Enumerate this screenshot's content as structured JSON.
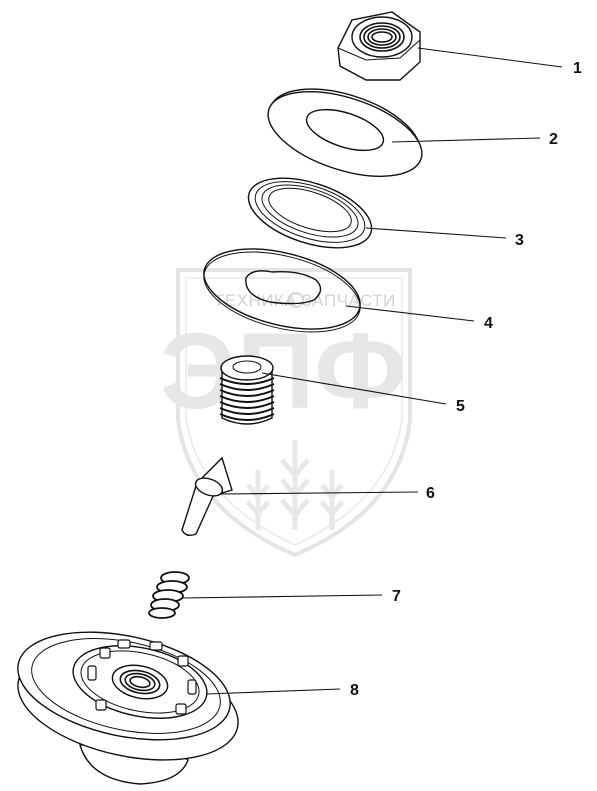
{
  "watermark": {
    "brand_line": "ТЕХНИКА ЗАПЧАСТИ",
    "logo_letters": "ЭПФ"
  },
  "callouts": [
    {
      "id": "1",
      "label": "1"
    },
    {
      "id": "2",
      "label": "2"
    },
    {
      "id": "3",
      "label": "3"
    },
    {
      "id": "4",
      "label": "4"
    },
    {
      "id": "5",
      "label": "5"
    },
    {
      "id": "6",
      "label": "6"
    },
    {
      "id": "7",
      "label": "7"
    },
    {
      "id": "8",
      "label": "8"
    }
  ]
}
